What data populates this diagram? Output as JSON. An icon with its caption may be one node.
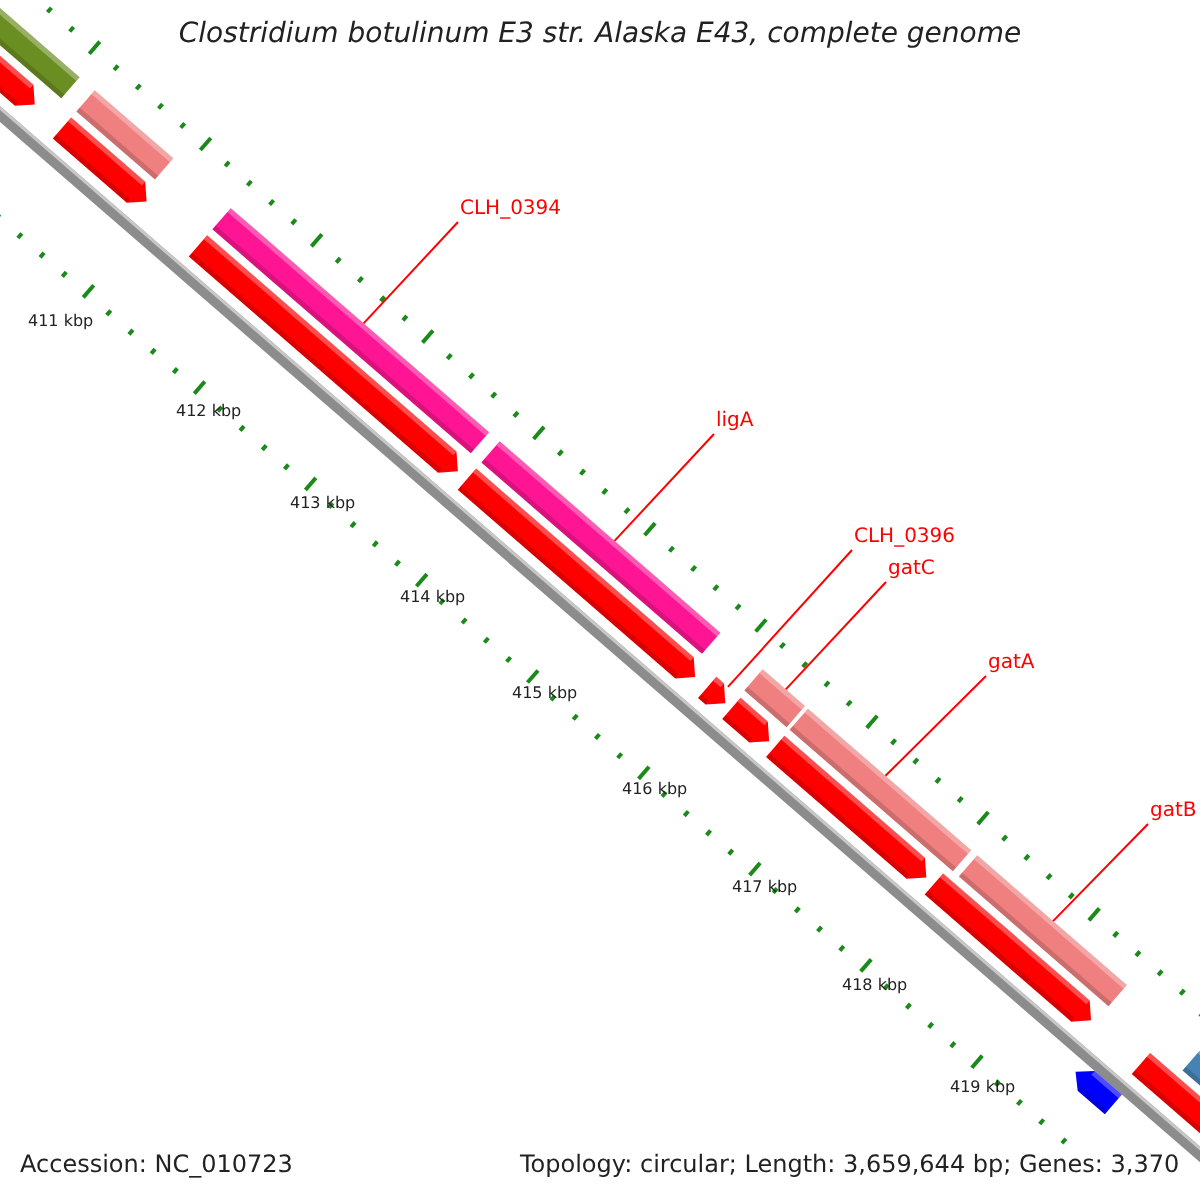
{
  "diagram": {
    "title": "Clostridium botulinum E3 str. Alaska E43, complete genome",
    "nodes": [
      {
        "text": [
          "CLH_0394"
        ]
      },
      {
        "text": [
          "ligA"
        ]
      },
      {
        "text": [
          "CLH_0396"
        ]
      },
      {
        "text": [
          "gatC"
        ]
      },
      {
        "text": [
          "gatA"
        ]
      },
      {
        "text": [
          "gatB"
        ]
      },
      {
        "text": [],
        "shape": "bar"
      },
      {
        "text": [],
        "shape": "bar"
      },
      {
        "text": [],
        "shape": "arrow"
      },
      {
        "text": [],
        "shape": "bar"
      },
      {
        "text": [],
        "shape": "bar"
      },
      {
        "text": [],
        "shape": "bar"
      }
    ],
    "edges": [
      {
        "from": 0,
        "to": 6,
        "arrow": "none"
      },
      {
        "from": 1,
        "to": 7,
        "arrow": "none"
      },
      {
        "from": 2,
        "to": 8,
        "arrow": "none"
      },
      {
        "from": 3,
        "to": 9,
        "arrow": "none"
      },
      {
        "from": 4,
        "to": 10,
        "arrow": "none"
      },
      {
        "from": 5,
        "to": 11,
        "arrow": "none"
      }
    ],
    "labels": [
      "411 kbp",
      "412 kbp",
      "413 kbp",
      "414 kbp",
      "415 kbp",
      "416 kbp",
      "417 kbp",
      "418 kbp",
      "419 kbp",
      "Accession: NC_010723",
      "Topology: circular; Length: 3,659,644 bp; Genes: 3,370"
    ]
  }
}
